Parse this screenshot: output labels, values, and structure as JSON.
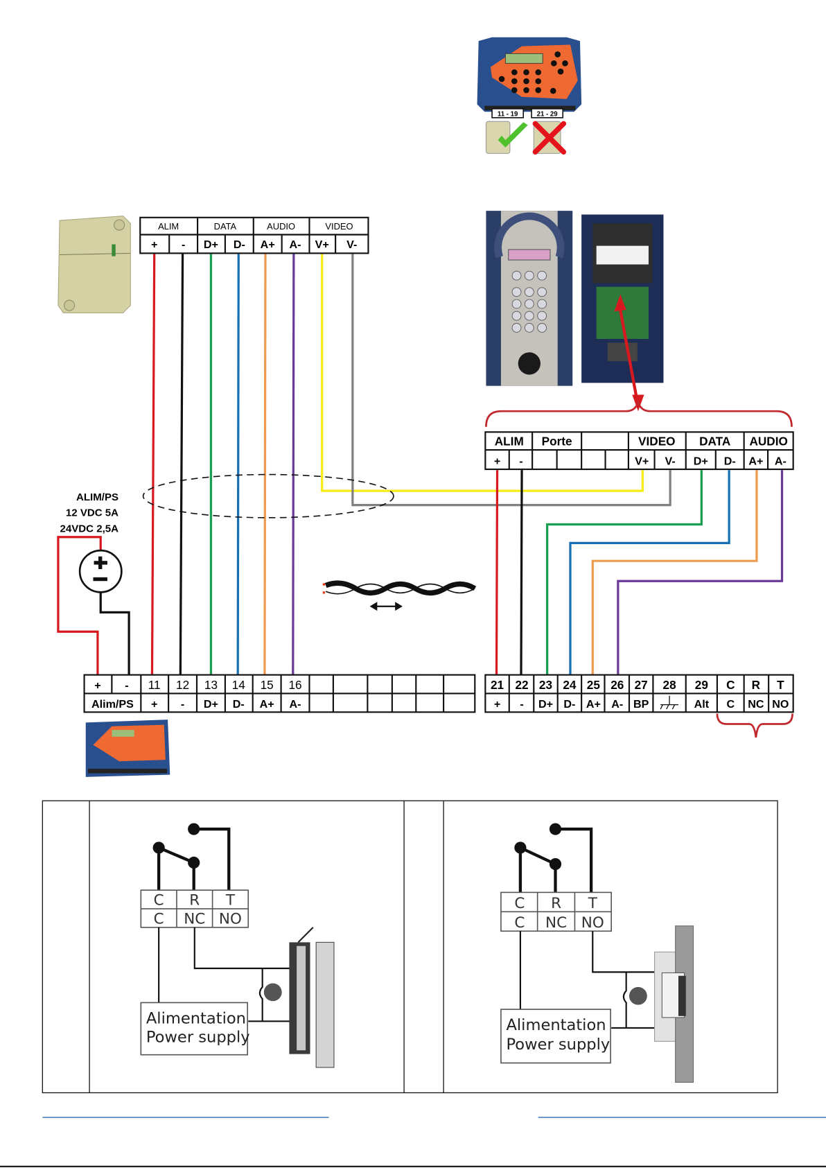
{
  "colors": {
    "red": "#d71920",
    "black": "#111111",
    "green": "#1a9e50",
    "blue": "#1670b5",
    "orange": "#ef9a4e",
    "purple": "#6b3a98",
    "yellow": "#f5ec18",
    "gray": "#808080",
    "brace": "#c1272d",
    "panel_blue": "#2a4f8f",
    "keypad_orange": "#ef6a33",
    "reader_beige": "#d9d6ad",
    "footer_rule": "#4f81bd"
  },
  "top_device": {
    "icon": "controller-device-icon",
    "terminal_range_ok": "11 - 19",
    "terminal_range_bad": "21 - 29",
    "ok_icon": "checkmark-icon",
    "bad_icon": "cross-icon"
  },
  "reader_block": {
    "groups": [
      "ALIM",
      "DATA",
      "AUDIO",
      "VIDEO"
    ],
    "pins": [
      "+",
      "-",
      "D+",
      "D-",
      "A+",
      "A-",
      "V+",
      "V-"
    ]
  },
  "panel_block": {
    "groups": [
      "ALIM",
      "Porte",
      "",
      "VIDEO",
      "DATA",
      "AUDIO"
    ],
    "pins": [
      "+",
      "-",
      "",
      "",
      "",
      "",
      "V+",
      "V-",
      "D+",
      "D-",
      "A+",
      "A-"
    ]
  },
  "power_supply": {
    "title": "ALIM/PS",
    "spec1": "12 VDC 5A",
    "spec2": "24VDC 2,5A",
    "icon": "dc-source-icon"
  },
  "twisted_pair": {
    "icon": "twisted-pair-icon",
    "arrow": "double-arrow-icon"
  },
  "left_terminal": {
    "top": [
      "+",
      "-",
      "11",
      "12",
      "13",
      "14",
      "15",
      "16",
      "",
      "",
      "",
      "",
      "",
      ""
    ],
    "bottom_ps": "Alim/PS",
    "bottom": [
      "+",
      "-",
      "D+",
      "D-",
      "A+",
      "A-",
      "",
      "",
      "",
      "",
      "",
      ""
    ]
  },
  "right_terminal": {
    "top": [
      "21",
      "22",
      "23",
      "24",
      "25",
      "26",
      "27",
      "28",
      "29",
      "C",
      "R",
      "T"
    ],
    "bottom": [
      "+",
      "-",
      "D+",
      "D-",
      "A+",
      "A-",
      "BP",
      "",
      "Alt",
      "C",
      "NC",
      "NO"
    ],
    "ground_icon": "ground-symbol-icon"
  },
  "relay_diagrams": [
    {
      "top": [
        "C",
        "R",
        "T"
      ],
      "bottom": [
        "C",
        "NC",
        "NO"
      ],
      "ps_line1": "Alimentation",
      "ps_line2": "Power supply",
      "device": "magnetic-lock-icon"
    },
    {
      "top": [
        "C",
        "R",
        "T"
      ],
      "bottom": [
        "C",
        "NC",
        "NO"
      ],
      "ps_line1": "Alimentation",
      "ps_line2": "Power supply",
      "device": "electric-strike-icon"
    }
  ]
}
